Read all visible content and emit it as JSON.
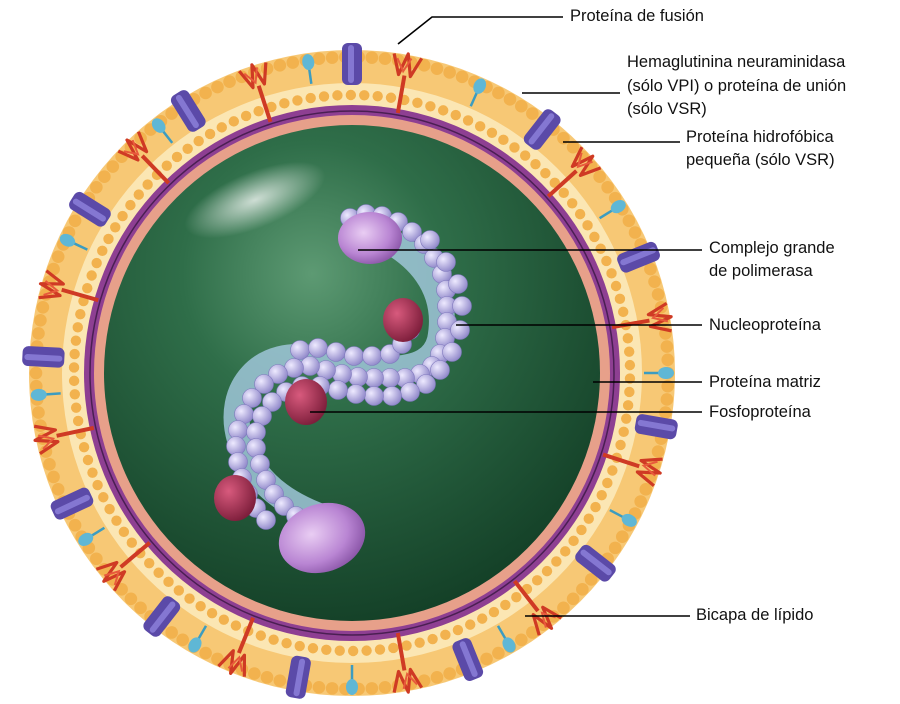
{
  "diagram": {
    "labels": {
      "fusion_protein": "Proteína de fusión",
      "hn_line1": "Hemaglutinina neuraminidasa",
      "hn_line2": "(sólo VPI) o proteína de unión",
      "hn_line3": "(sólo VSR)",
      "sh_line1": "Proteína hidrofóbica",
      "sh_line2": "pequeña (sólo VSR)",
      "polymerase_line1": "Complejo grande",
      "polymerase_line2": "de polimerasa",
      "nucleoprotein": "Nucleoproteína",
      "matrix_protein": "Proteína matriz",
      "phosphoprotein": "Fosfoproteína",
      "lipid_bilayer": "Bicapa de lípido"
    },
    "colors": {
      "lipid_heads": "#f2b24e",
      "lipid_tails": "#fbe3a6",
      "matrix_ring": "#8e3f92",
      "inner_ring": "#e7a08a",
      "core": "#2e6b47",
      "hn_protein": "#5b4aa8",
      "fusion_protein": "#cf3a24",
      "sh_protein": "#5fb7d5",
      "nucleoprotein_beads": "#b6b0e6",
      "phosphoprotein": "#a52a52",
      "polymerase": "#b07ad0"
    }
  }
}
